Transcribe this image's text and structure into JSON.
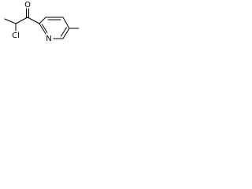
{
  "structure": {
    "atoms": {
      "oxygen": "O",
      "chlorine": "Cl",
      "nitrogen": "N"
    },
    "colors": {
      "bond": "#000000",
      "label": "#000000",
      "background": "#ffffff"
    }
  }
}
